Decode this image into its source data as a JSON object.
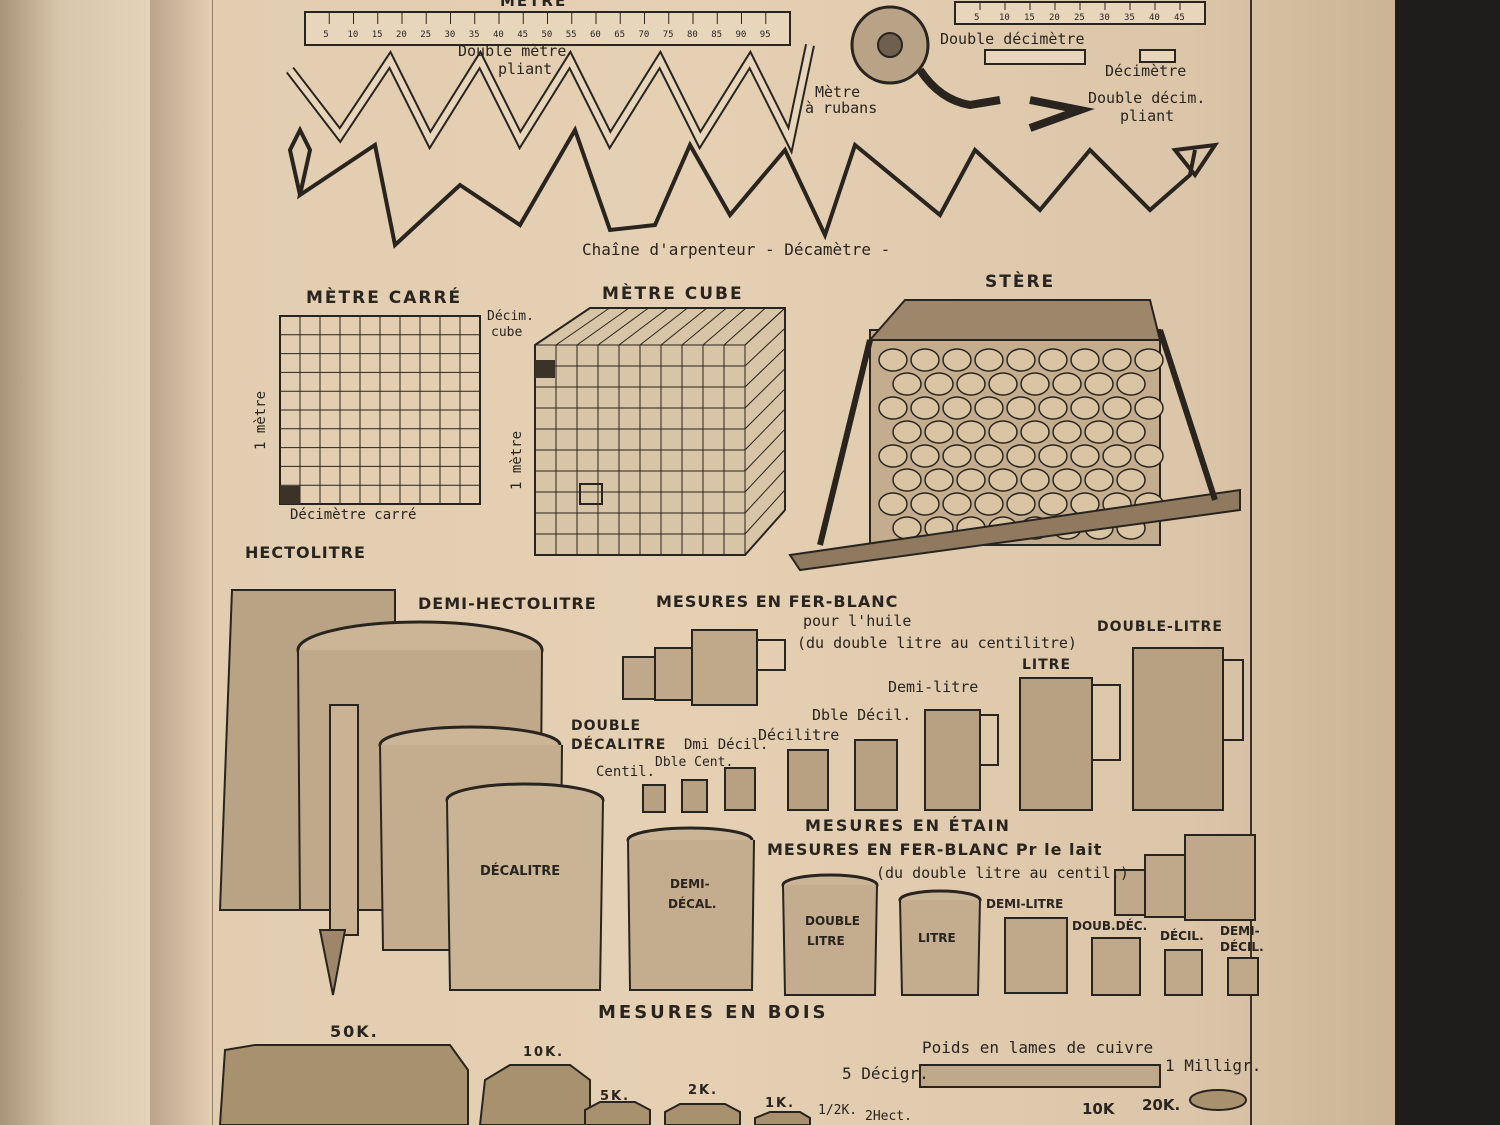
{
  "labels": {
    "metre": "MÈTRE",
    "double_metre_pliant": "Double mètre pliant",
    "double_decimetre": "Double décimètre",
    "decimetre": "Décimètre",
    "metre_a_rubans": "Mètre à rubans",
    "double_decim_pliant": "Double décim. pliant",
    "chaine": "Chaîne d'arpenteur - Décamètre -",
    "metre_carre": "MÈTRE CARRÉ",
    "metre_cube": "MÈTRE CUBE",
    "stere": "STÈRE",
    "decim_cube": "Décim. cube",
    "un_metre": "1 mètre",
    "decimetre_carre": "Décimètre carré",
    "hectolitre": "HECTOLITRE",
    "demi_hectolitre": "DEMI-HECTOLITRE",
    "mesures_fer_blanc": "MESURES EN FER-BLANC",
    "pour_huile": "pour l'huile",
    "du_double_litre_centilitre": "(du double litre au centilitre)",
    "double_litre": "DOUBLE-LITRE",
    "litre": "LITRE",
    "demi_litre": "Demi-litre",
    "double_decalitre": "DOUBLE DÉCALITRE",
    "dbl_decil": "Dble Décil.",
    "decilitre": "Décilitre",
    "dmi_decil": "Dmi Décil.",
    "dble_cent": "Dble Cent.",
    "centil": "Centil.",
    "decalitre": "DÉCALITRE",
    "mesures_etain": "MESURES EN ÉTAIN",
    "mesures_fer_blanc_lait": "MESURES EN FER-BLANC Pr le lait",
    "du_double_litre_centil": "(du double litre au centil.)",
    "demi_decal": "DEMI- DÉCAL.",
    "double_litre_bois": "DOUBLE LITRE",
    "litre_bois": "LITRE",
    "demi_litre_caps": "DEMI-LITRE",
    "doub_dec": "DOUB.DÉC.",
    "decil": "DÉCIL.",
    "demi_decil": "DEMI- DÉCIL.",
    "mesures_bois": "MESURES EN BOIS",
    "k50": "50K.",
    "k10": "10K.",
    "k5": "5K.",
    "k2": "2K.",
    "k1": "1K.",
    "half_k": "1/2K.",
    "two_hect": "2Hect.",
    "poids_lames": "Poids en lames de cuivre",
    "cinq_decigr": "5 Décigr.",
    "un_milligr": "1 Milligr.",
    "k10_right": "10K",
    "k20": "20K."
  },
  "ruler_ticks": [
    "5",
    "10",
    "15",
    "20",
    "25",
    "30",
    "35",
    "40",
    "45",
    "50",
    "55",
    "60",
    "65",
    "70",
    "75",
    "80",
    "85",
    "90",
    "95"
  ],
  "double_decimetre_ticks": [
    "5",
    "10",
    "15",
    "20",
    "25",
    "30",
    "35",
    "40",
    "45"
  ]
}
